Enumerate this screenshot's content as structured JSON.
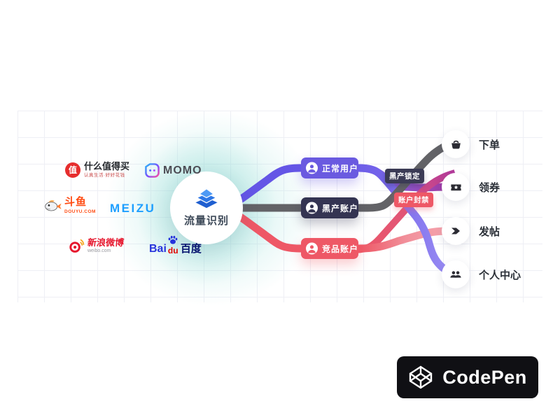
{
  "diagram": {
    "center": {
      "label": "流量识别",
      "icon": "layers-pyramid-icon"
    },
    "sources": {
      "smzdm": {
        "badge": "值",
        "title": "什么值得买",
        "slogan": "认真生活·好好花钱"
      },
      "momo": {
        "title": "MOMO"
      },
      "douyu": {
        "title": "斗鱼",
        "subtitle": "DOUYU.COM"
      },
      "meizu": {
        "title": "MEIZU"
      },
      "weibo": {
        "title": "新浪微博",
        "subtitle": "weibo.com"
      },
      "baidu": {
        "part1": "Bai",
        "part2": "du",
        "part3": "百度"
      }
    },
    "categories": [
      {
        "label": "正常用户",
        "color": "#6a5ae0",
        "icon": "user-icon"
      },
      {
        "label": "黑产账户",
        "color": "#343452",
        "icon": "user-icon"
      },
      {
        "label": "竞品账户",
        "color": "#ee5866",
        "icon": "user-icon"
      }
    ],
    "tags": [
      {
        "label": "黑产锁定",
        "color": "#3b3b55"
      },
      {
        "label": "账户封禁",
        "color": "#ee5866"
      }
    ],
    "destinations": [
      {
        "label": "下单",
        "icon": "basket-icon"
      },
      {
        "label": "领券",
        "icon": "coupon-icon"
      },
      {
        "label": "发帖",
        "icon": "post-arrow-icon"
      },
      {
        "label": "个人中心",
        "icon": "users-icon"
      }
    ],
    "flow_colors": {
      "normal_user": "#6456e6",
      "black_account": "#636367",
      "competitor": "#ee5866",
      "coupon_merge": "#a33aa1",
      "glow": "#8fd9d4"
    }
  },
  "badge": {
    "label": "CodePen"
  }
}
